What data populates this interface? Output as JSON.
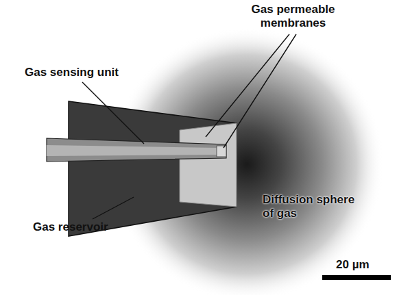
{
  "diagram": {
    "labels": [
      "Gas permeable membranes",
      "Gas sensing unit",
      "Gas reservoir",
      "Diffusion sphere of gas",
      "20 µm"
    ]
  }
}
